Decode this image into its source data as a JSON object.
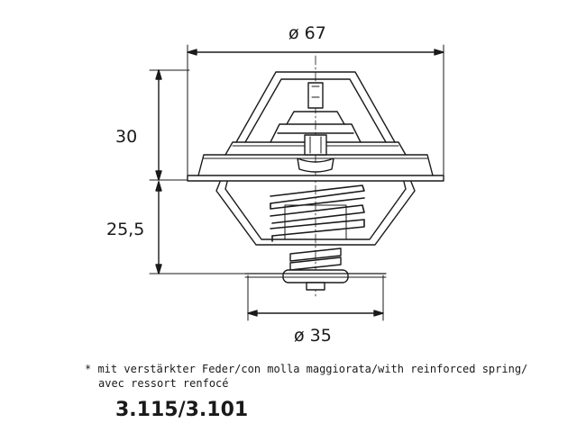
{
  "dimensions": {
    "outer_diameter": "ø 67",
    "upper_height": "30",
    "lower_height": "25,5",
    "inner_diameter": "ø 35"
  },
  "footnote": {
    "line1": "*  mit verstärkter Feder/con molla maggiorata/with reinforced spring/",
    "line2": "avec ressort renfocé"
  },
  "cut_off_text": "3.115/3.101"
}
